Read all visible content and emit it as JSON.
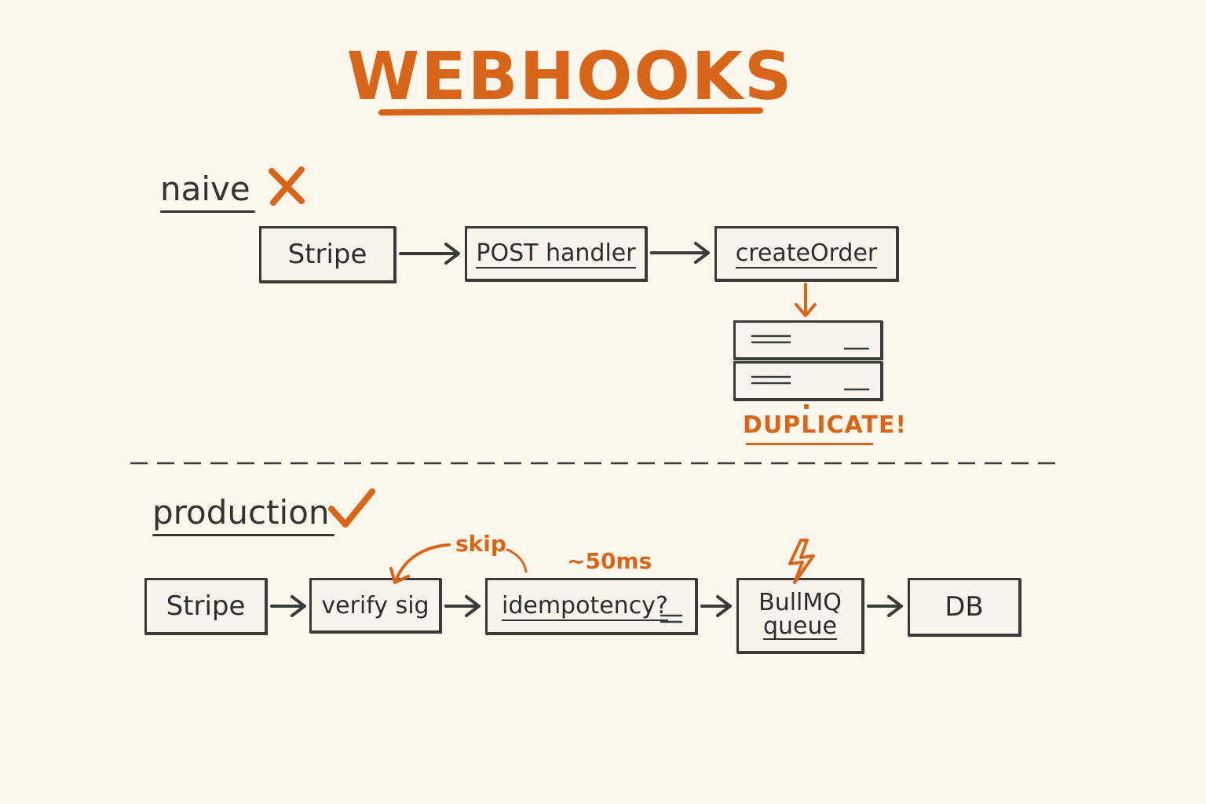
{
  "title": "WEBHOOKS",
  "naive": {
    "label": "naive",
    "status_icon": "cross-icon",
    "nodes": [
      "Stripe",
      "POST handler",
      "createOrder"
    ],
    "alert": "DUPLICATE!"
  },
  "production": {
    "label": "production",
    "status_icon": "check-icon",
    "nodes": [
      "Stripe",
      "verify sig",
      "idempotency?",
      "BullMQ",
      "queue",
      "DB"
    ],
    "skip_label": "skip",
    "latency_label": "~50ms"
  },
  "colors": {
    "accent": "#d8661a",
    "ink": "#3a3a3a",
    "background": "#fcf7ec"
  }
}
